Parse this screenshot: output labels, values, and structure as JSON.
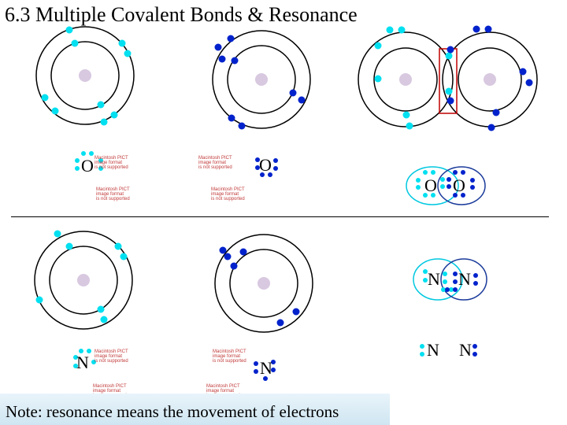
{
  "title": "6.3 Multiple Covalent Bonds & Resonance",
  "labels": {
    "o_left": "O",
    "o_mid": "O",
    "o2_left": "O",
    "o2_right": "O",
    "n_left": "N",
    "n_mid": "N",
    "n2_single_left": "N",
    "n2_single_right": "N",
    "n2_bottom_left": "N",
    "n2_bottom_right": "N"
  },
  "placeholder_lines": [
    "Macintosh PICT",
    "image format",
    "is not supported"
  ],
  "footer": {
    "note": "Note: resonance means the movement of electrons"
  },
  "colors": {
    "electron_light": "#00e0f0",
    "electron_dark": "#0022cc",
    "bond_box": "#c00000",
    "nucleus": "#b080c0",
    "placeholder_text": "#c23a3a",
    "circle_light": "#00c8e0",
    "circle_dark": "#1a3a9a",
    "footer_bg": "#d6ebf5"
  }
}
